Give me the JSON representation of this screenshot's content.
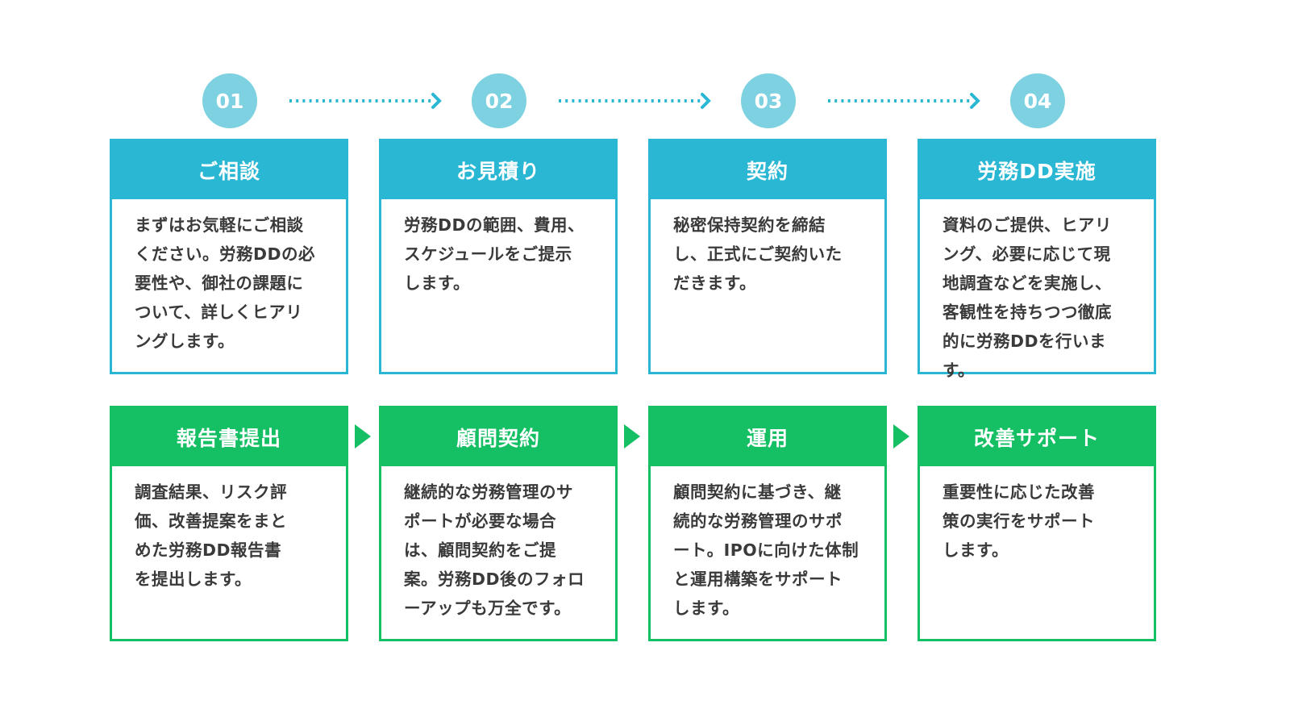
{
  "steps": [
    {
      "number": "01"
    },
    {
      "number": "02"
    },
    {
      "number": "03"
    },
    {
      "number": "04"
    }
  ],
  "top_cards": [
    {
      "title": "ご相談",
      "body": "まずはお気軽にご相談\nください。労務DDの必\n要性や、御社の課題に\nついて、詳しくヒアリ\nングします。"
    },
    {
      "title": "お見積り",
      "body": "労務DDの範囲、費用、\nスケジュールをご提示\nします。"
    },
    {
      "title": "契約",
      "body": "秘密保持契約を締結\nし、正式にご契約いた\nだきます。"
    },
    {
      "title": "労務DD実施",
      "body": "資料のご提供、ヒアリ\nング、必要に応じて現\n地調査などを実施し、\n客観性を持ちつつ徹底\n的に労務DDを行いま\nす。"
    }
  ],
  "bottom_cards": [
    {
      "title": "報告書提出",
      "body": "調査結果、リスク評\n価、改善提案をまと\nめた労務DD報告書\nを提出します。"
    },
    {
      "title": "顧問契約",
      "body": "継続的な労務管理のサ\nポートが必要な場合\nは、顧問契約をご提\n案。労務DD後のフォロ\nーアップも万全です。"
    },
    {
      "title": "運用",
      "body": "顧問契約に基づき、継\n続的な労務管理のサポ\nート。IPOに向けた体制\nと運用構築をサポート\nします。"
    },
    {
      "title": "改善サポート",
      "body": "重要性に応じた改善\n策の実行をサポート\nします。"
    }
  ],
  "colors": {
    "circle": "#7dd1e1",
    "top_accent": "#2ab7d4",
    "bottom_accent": "#15bf63"
  }
}
